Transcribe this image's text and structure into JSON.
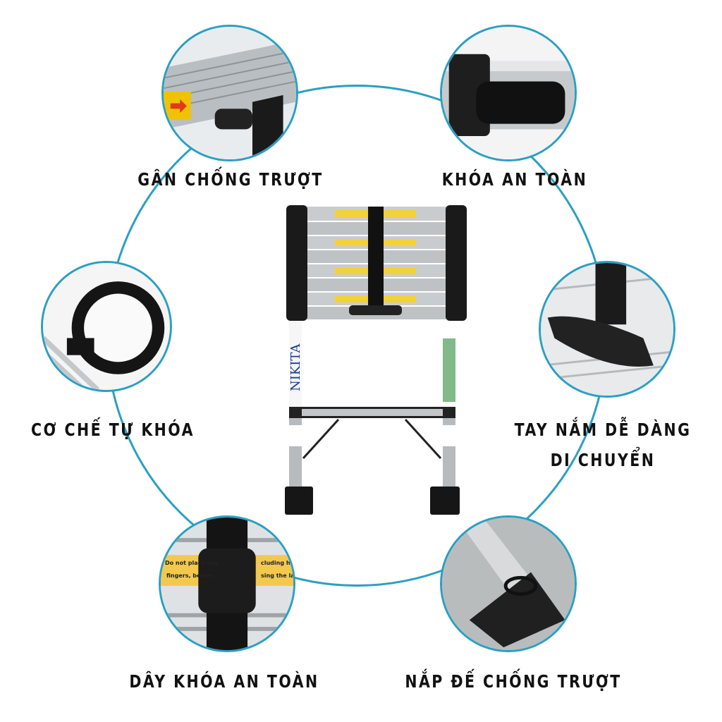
{
  "features": [
    {
      "id": "anti-slip-ribs",
      "label": "GÂN CHỐNG TRƯỢT"
    },
    {
      "id": "safety-lock",
      "label": "KHÓA AN TOÀN"
    },
    {
      "id": "self-lock",
      "label": "CƠ CHẾ TỰ KHÓA"
    },
    {
      "id": "handle",
      "label_line1": "TAY NẮM DỄ DÀNG",
      "label_line2": "DI CHUYỂN"
    },
    {
      "id": "safety-strap",
      "label": "DÂY KHÓA AN TOÀN",
      "sticker_left": "Do not place any",
      "sticker_left2": "fingers, betwe",
      "sticker_right": "cluding hands and",
      "sticker_right2": "sing the ladder."
    },
    {
      "id": "anti-slip-foot",
      "label": "NẮP ĐẾ CHỐNG TRƯỢT"
    }
  ],
  "product": {
    "brand": "NIKITA"
  },
  "colors": {
    "ring": "#2b9fc2",
    "label": "#111111"
  }
}
